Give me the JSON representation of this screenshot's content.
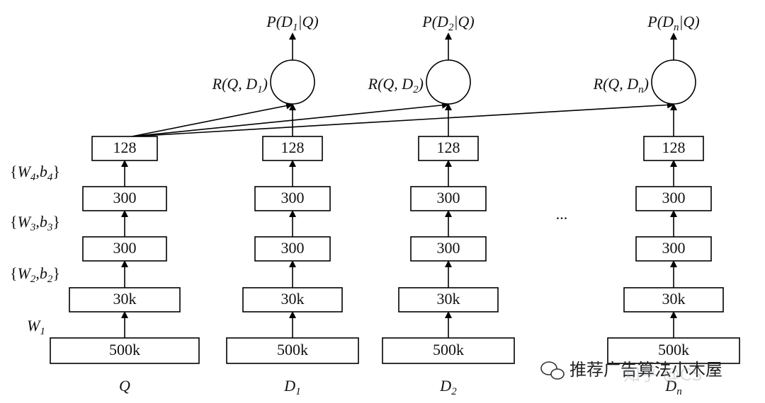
{
  "diagram": {
    "columns": [
      {
        "name": "Q",
        "layers": [
          "500k",
          "30k",
          "300",
          "300",
          "128"
        ],
        "weight_labels": [
          {
            "main": "W",
            "sub": "1",
            "braced": false
          },
          {
            "main": "W",
            "sub": "2",
            "mid": "b",
            "sub2": "2",
            "braced": true
          },
          {
            "main": "W",
            "sub": "3",
            "mid": "b",
            "sub2": "3",
            "braced": true
          },
          {
            "main": "W",
            "sub": "4",
            "mid": "b",
            "sub2": "4",
            "braced": true
          }
        ]
      },
      {
        "name": "D1",
        "display": {
          "base": "D",
          "sub": "1"
        },
        "layers": [
          "500k",
          "30k",
          "300",
          "300",
          "128"
        ],
        "relevance": {
          "label": "R(Q, D",
          "sub": "1",
          "close": ")"
        },
        "posterior": {
          "label": "P(D",
          "sub": "1",
          "tail": "|Q)"
        }
      },
      {
        "name": "D2",
        "display": {
          "base": "D",
          "sub": "2"
        },
        "layers": [
          "500k",
          "30k",
          "300",
          "300",
          "128"
        ],
        "relevance": {
          "label": "R(Q, D",
          "sub": "2",
          "close": ")"
        },
        "posterior": {
          "label": "P(D",
          "sub": "2",
          "tail": "|Q)"
        }
      },
      {
        "name": "Dn",
        "display": {
          "base": "D",
          "sub": "n"
        },
        "layers": [
          "500k",
          "30k",
          "300",
          "300",
          "128"
        ],
        "relevance": {
          "label": "R(Q, D",
          "sub": "n",
          "close": ")"
        },
        "posterior": {
          "label": "P(D",
          "sub": "n",
          "tail": "|Q)"
        }
      }
    ],
    "ellipsis": "...",
    "watermark": "推荐广告算法小木屋",
    "watermark_faint": "知乎 @CS"
  }
}
